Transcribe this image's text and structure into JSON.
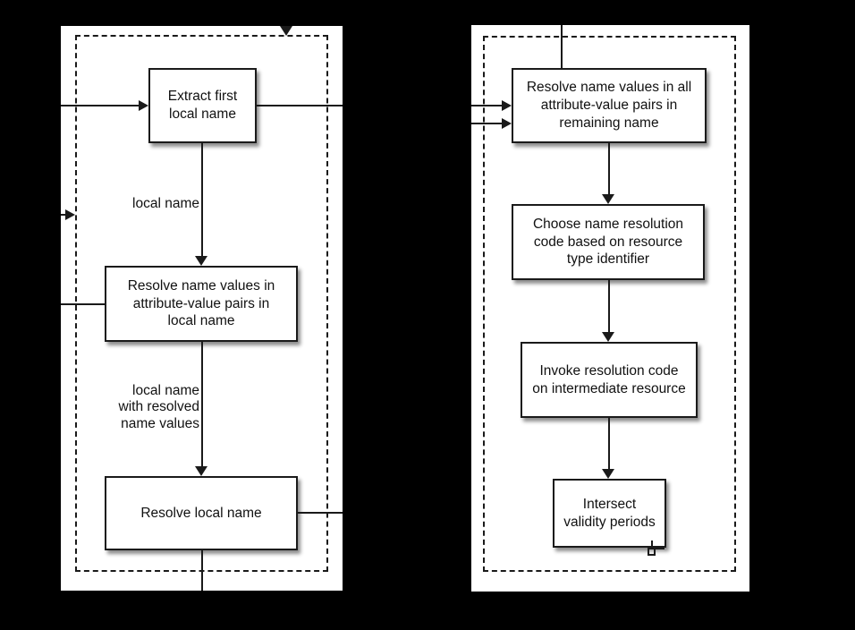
{
  "colors": {
    "background": "#000000",
    "panel": "#ffffff",
    "line": "#1a1a1a"
  },
  "left_panel": {
    "nodes": {
      "extract_first": "Extract first\nlocal name",
      "resolve_values": "Resolve name values in\nattribute-value pairs in\nlocal name",
      "resolve_local": "Resolve local name"
    },
    "edge_labels": {
      "local_name": "local name",
      "local_name_with_resolved": "local name\nwith resolved\nname values"
    }
  },
  "right_panel": {
    "nodes": {
      "resolve_all_values": "Resolve name values in all\nattribute-value pairs in\nremaining name",
      "choose_code": "Choose name resolution\ncode based on resource\ntype identifier",
      "invoke_code": "Invoke resolution code\non intermediate resource",
      "intersect_validity": "Intersect\nvalidity periods"
    }
  }
}
